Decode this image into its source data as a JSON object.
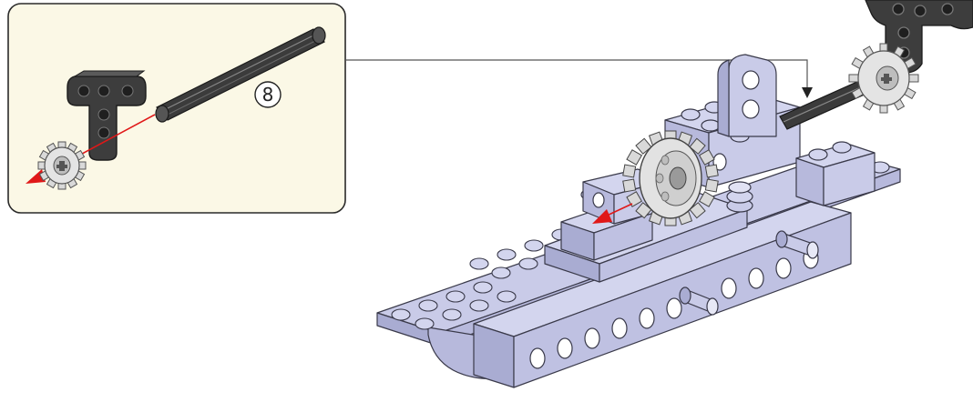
{
  "figure": {
    "type": "assembly-instruction",
    "callout_step_number": "8"
  },
  "parts": {
    "axle_color": "dark-gray",
    "beam_color": "dark-gray",
    "gear_color": "light-gray",
    "model_color": "lavender"
  },
  "colors": {
    "callout_background": "#fbf8e6",
    "callout_border": "#2a2a2a",
    "axle": "#3b3b3b",
    "beam": "#3d3d3d",
    "gear": "#d9d9d9",
    "brick": "#c9cbe8",
    "brick_dark": "#a9acd2",
    "brick_outline": "#3a3a4a",
    "arrow_red": "#e01818",
    "leader_line": "#555555"
  }
}
